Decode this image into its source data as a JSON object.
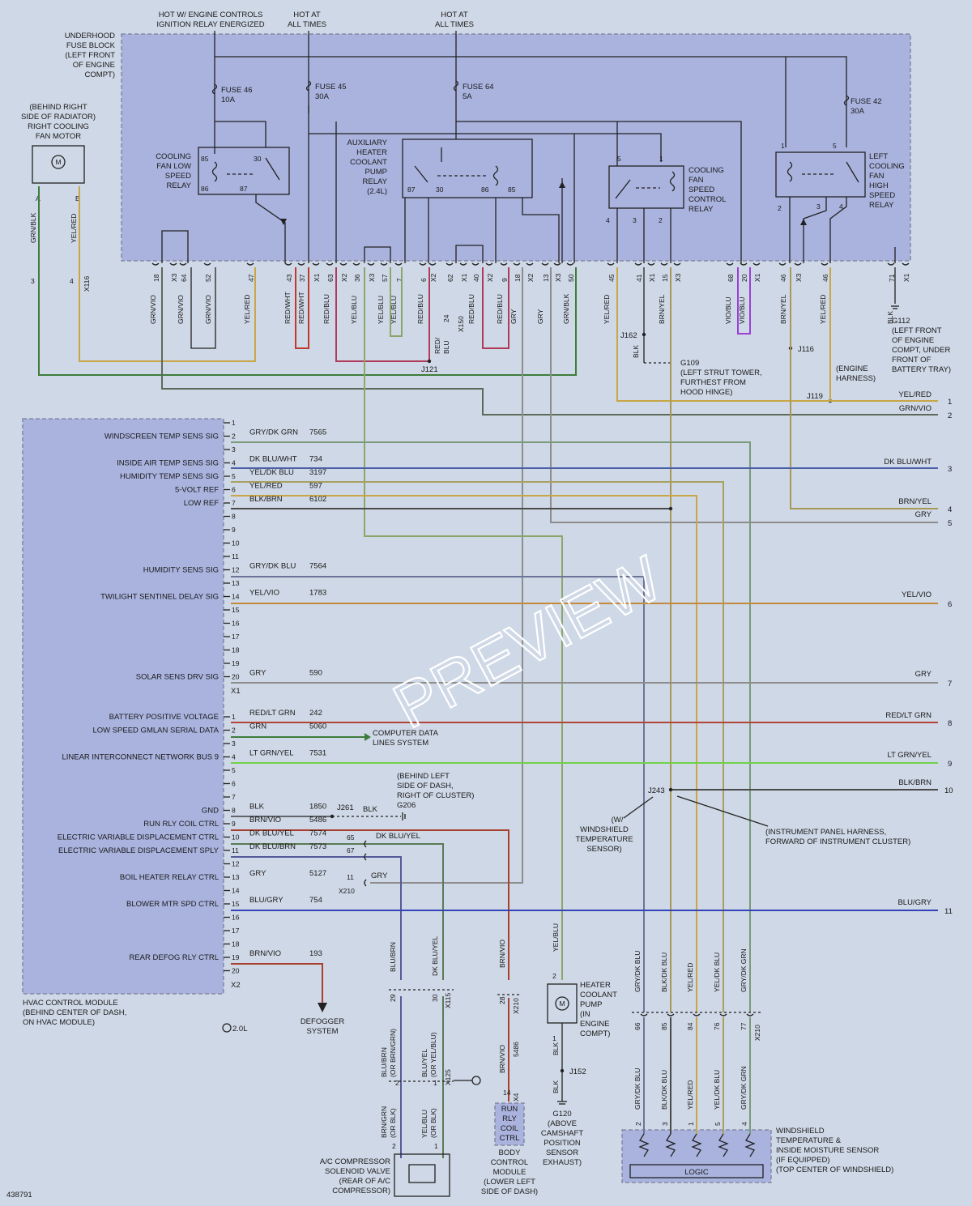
{
  "title_notes": {
    "hot_ign": [
      "HOT W/ ENGINE CONTROLS",
      "IGNITION RELAY ENERGIZED"
    ],
    "hot_all_1": [
      "HOT AT",
      "ALL TIMES"
    ],
    "hot_all_2": [
      "HOT AT",
      "ALL TIMES"
    ]
  },
  "fuse_block": {
    "label": [
      "UNDERHOOD",
      "FUSE BLOCK",
      "(LEFT FRONT",
      "OF ENGINE",
      "COMPT)"
    ]
  },
  "fuses": [
    {
      "name": "FUSE 46",
      "rating": "10A"
    },
    {
      "name": "FUSE 45",
      "rating": "30A"
    },
    {
      "name": "FUSE 64",
      "rating": "5A"
    },
    {
      "name": "FUSE 42",
      "rating": "30A"
    }
  ],
  "relays": {
    "low": [
      "COOLING",
      "FAN LOW",
      "SPEED",
      "RELAY"
    ],
    "aux": [
      "AUXILIARY",
      "HEATER",
      "COOLANT",
      "PUMP",
      "RELAY",
      "(2.4L)"
    ],
    "ctrl": [
      "COOLING",
      "FAN",
      "SPEED",
      "CONTROL",
      "RELAY"
    ],
    "high": [
      "LEFT",
      "COOLING",
      "FAN",
      "HIGH",
      "SPEED",
      "RELAY"
    ],
    "pins": [
      "85",
      "30",
      "86",
      "87",
      "87",
      "30",
      "86",
      "85",
      "5",
      "1",
      "4",
      "3",
      "2",
      "1",
      "5",
      "2",
      "3",
      "4"
    ]
  },
  "fan_motor": {
    "label": [
      "(BEHIND RIGHT",
      "SIDE OF RADIATOR)",
      "RIGHT COOLING",
      "FAN MOTOR"
    ],
    "pins": [
      "A",
      "B"
    ],
    "wires": [
      "GRN/BLK",
      "YEL/RED"
    ],
    "conn": [
      "3",
      "4",
      "X116"
    ]
  },
  "fuse_conn": {
    "pins": [
      "18",
      "X3",
      "64",
      "52",
      "47",
      "43",
      "37",
      "X1",
      "63",
      "X2",
      "36",
      "X3",
      "57",
      "7",
      "6",
      "X2",
      "62",
      "X1",
      "40",
      "X2",
      "9",
      "18",
      "X2",
      "13",
      "X3",
      "50",
      "45",
      "41",
      "X1",
      "15",
      "X3",
      "68",
      "20",
      "X1",
      "46",
      "X3",
      "46",
      "71",
      "X1"
    ],
    "wires": [
      "GRN/VIO",
      "GRN/VIO",
      "GRN/VIO",
      "YEL/RED",
      "RED/WHT",
      "RED/WHT",
      "RED/BLU",
      "YEL/BLU",
      "YEL/BLU",
      "YEL/BLU",
      "RED/BLU",
      "RED/BLU",
      "RED/BLU",
      "GRY",
      "GRY",
      "GRN/BLK",
      "YEL/RED",
      "BLK",
      "BRN/YEL",
      "VIO/BLU",
      "VIO/BLU",
      "BRN/YEL",
      "YEL/RED",
      "BLK"
    ],
    "x150": [
      "24",
      "X150",
      "RED/",
      "BLU"
    ]
  },
  "splices": {
    "j121": "J121",
    "j162": "J162",
    "j116": "J116",
    "j119": "J119",
    "g109": [
      "G109",
      "(LEFT STRUT TOWER,",
      "FURTHEST FROM",
      "HOOD HINGE)"
    ],
    "g112": [
      "G112",
      "(LEFT FRONT",
      "OF ENGINE",
      "COMPT, UNDER",
      "FRONT OF",
      "BATTERY TRAY)"
    ],
    "eng_harness": [
      "(ENGINE",
      "HARNESS)"
    ]
  },
  "right_wires": [
    {
      "color": "YEL/RED",
      "num": "1"
    },
    {
      "color": "GRN/VIO",
      "num": "2"
    },
    {
      "color": "DK BLU/WHT",
      "num": "3"
    },
    {
      "color": "BRN/YEL",
      "num": "4"
    },
    {
      "color": "GRY",
      "num": "5"
    },
    {
      "color": "YEL/VIO",
      "num": "6"
    },
    {
      "color": "GRY",
      "num": "7"
    },
    {
      "color": "RED/LT GRN",
      "num": "8"
    },
    {
      "color": "LT GRN/YEL",
      "num": "9"
    },
    {
      "color": "BLK/BRN",
      "num": "10"
    },
    {
      "color": "BLU/GRY",
      "num": "11"
    }
  ],
  "hvac_x1": [
    {
      "pin": "1",
      "label": "",
      "wire": "",
      "circuit": ""
    },
    {
      "pin": "2",
      "label": "WINDSCREEN TEMP SENS SIG",
      "wire": "GRY/DK GRN",
      "circuit": "7565"
    },
    {
      "pin": "3",
      "label": "",
      "wire": "",
      "circuit": ""
    },
    {
      "pin": "4",
      "label": "INSIDE AIR TEMP SENS SIG",
      "wire": "DK BLU/WHT",
      "circuit": "734"
    },
    {
      "pin": "5",
      "label": "HUMIDITY TEMP SENS SIG",
      "wire": "YEL/DK BLU",
      "circuit": "3197"
    },
    {
      "pin": "6",
      "label": "5-VOLT REF",
      "wire": "YEL/RED",
      "circuit": "597"
    },
    {
      "pin": "7",
      "label": "LOW REF",
      "wire": "BLK/BRN",
      "circuit": "6102"
    },
    {
      "pin": "8",
      "label": "",
      "wire": "",
      "circuit": ""
    },
    {
      "pin": "9",
      "label": "",
      "wire": "",
      "circuit": ""
    },
    {
      "pin": "10",
      "label": "",
      "wire": "",
      "circuit": ""
    },
    {
      "pin": "11",
      "label": "",
      "wire": "",
      "circuit": ""
    },
    {
      "pin": "12",
      "label": "HUMIDITY SENS SIG",
      "wire": "GRY/DK BLU",
      "circuit": "7564"
    },
    {
      "pin": "13",
      "label": "",
      "wire": "",
      "circuit": ""
    },
    {
      "pin": "14",
      "label": "TWILIGHT SENTINEL DELAY SIG",
      "wire": "YEL/VIO",
      "circuit": "1783"
    },
    {
      "pin": "15",
      "label": "",
      "wire": "",
      "circuit": ""
    },
    {
      "pin": "16",
      "label": "",
      "wire": "",
      "circuit": ""
    },
    {
      "pin": "17",
      "label": "",
      "wire": "",
      "circuit": ""
    },
    {
      "pin": "18",
      "label": "",
      "wire": "",
      "circuit": ""
    },
    {
      "pin": "19",
      "label": "",
      "wire": "",
      "circuit": ""
    },
    {
      "pin": "20",
      "label": "SOLAR SENS DRV SIG",
      "wire": "GRY",
      "circuit": "590"
    }
  ],
  "hvac_x2": [
    {
      "pin": "1",
      "label": "BATTERY POSITIVE VOLTAGE",
      "wire": "RED/LT GRN",
      "circuit": "242"
    },
    {
      "pin": "2",
      "label": "LOW SPEED GMLAN SERIAL DATA",
      "wire": "GRN",
      "circuit": "5060"
    },
    {
      "pin": "3",
      "label": "",
      "wire": "",
      "circuit": ""
    },
    {
      "pin": "4",
      "label": "LINEAR INTERCONNECT NETWORK BUS 9",
      "wire": "LT GRN/YEL",
      "circuit": "7531"
    },
    {
      "pin": "5",
      "label": "",
      "wire": "",
      "circuit": ""
    },
    {
      "pin": "6",
      "label": "",
      "wire": "",
      "circuit": ""
    },
    {
      "pin": "7",
      "label": "",
      "wire": "",
      "circuit": ""
    },
    {
      "pin": "8",
      "label": "GND",
      "wire": "BLK",
      "circuit": "1850"
    },
    {
      "pin": "9",
      "label": "RUN RLY COIL CTRL",
      "wire": "BRN/VIO",
      "circuit": "5486"
    },
    {
      "pin": "10",
      "label": "ELECTRIC VARIABLE DISPLACEMENT CTRL",
      "wire": "DK BLU/YEL",
      "circuit": "7574"
    },
    {
      "pin": "11",
      "label": "ELECTRIC VARIABLE DISPLACEMENT SPLY",
      "wire": "DK BLU/BRN",
      "circuit": "7573"
    },
    {
      "pin": "12",
      "label": "",
      "wire": "",
      "circuit": ""
    },
    {
      "pin": "13",
      "label": "BOIL HEATER RELAY CTRL",
      "wire": "GRY",
      "circuit": "5127"
    },
    {
      "pin": "14",
      "label": "",
      "wire": "",
      "circuit": ""
    },
    {
      "pin": "15",
      "label": "BLOWER MTR SPD CTRL",
      "wire": "BLU/GRY",
      "circuit": "754"
    },
    {
      "pin": "16",
      "label": "",
      "wire": "",
      "circuit": ""
    },
    {
      "pin": "17",
      "label": "",
      "wire": "",
      "circuit": ""
    },
    {
      "pin": "18",
      "label": "",
      "wire": "",
      "circuit": ""
    },
    {
      "pin": "19",
      "label": "REAR DEFOG RLY CTRL",
      "wire": "BRN/VIO",
      "circuit": "193"
    },
    {
      "pin": "20",
      "label": "",
      "wire": "",
      "circuit": ""
    }
  ],
  "hvac": {
    "x1": "X1",
    "x2": "X2",
    "label": [
      "HVAC CONTROL MODULE",
      "(BEHIND CENTER OF DASH,",
      "ON HVAC MODULE)"
    ],
    "note_2_0l": "2.0L"
  },
  "x210_pins": {
    "a": "65",
    "b": "67",
    "c": "11",
    "wire_a": "DK BLU/YEL",
    "wire_c": "GRY",
    "conn": "X210"
  },
  "gnd": {
    "j261": "J261",
    "wire": "BLK",
    "g206": [
      "(BEHIND LEFT",
      "SIDE OF DASH,",
      "RIGHT OF CLUSTER)",
      "G206"
    ]
  },
  "data_lines": [
    "COMPUTER DATA",
    "LINES SYSTEM"
  ],
  "j243": {
    "name": "J243",
    "note1": [
      "(W/",
      "WINDSHIELD",
      "TEMPERATURE",
      "SENSOR)"
    ],
    "note2": [
      "(INSTRUMENT PANEL HARNESS,",
      "FORWARD OF INSTRUMENT CLUSTER)"
    ]
  },
  "defogger": [
    "DEFOGGER",
    "SYSTEM"
  ],
  "ac": {
    "wires_top": [
      "BLU/BRN",
      "DK BLU/YEL"
    ],
    "conn_x115": [
      "29",
      "30",
      "X115"
    ],
    "wires_mid": [
      "BLU/BRN",
      "(OR BRN/GRN)",
      "BLU/YEL",
      "(OR YEL/BLU)"
    ],
    "conn_x125": [
      "2",
      "1",
      "X125"
    ],
    "wires_low": [
      "BRN/GRN",
      "(OR BLK)",
      "YEL/BLU",
      "(OR BLK)"
    ],
    "pins": [
      "2",
      "1"
    ],
    "label": [
      "A/C COMPRESSOR",
      "SOLENOID VALVE",
      "(REAR OF A/C",
      "COMPRESSOR)"
    ]
  },
  "bcm": {
    "wire_top": "BRN/VIO",
    "conn_x210": [
      "28",
      "X210"
    ],
    "wire_mid": "BRN/VIO",
    "circuit": "5486",
    "conn_x4": [
      "14",
      "X4"
    ],
    "box": [
      "RUN",
      "RLY",
      "COIL",
      "CTRL"
    ],
    "label": [
      "BODY",
      "CONTROL",
      "MODULE",
      "(LOWER LEFT",
      "SIDE OF DASH)"
    ]
  },
  "pump": {
    "wire_top": "YEL/BLU",
    "pins": [
      "2",
      "1"
    ],
    "label": [
      "HEATER",
      "COOLANT",
      "PUMP",
      "(IN",
      "ENGINE",
      "COMPT)"
    ],
    "wire_low": "BLK",
    "j152": "J152",
    "wire_gnd": "BLK",
    "g120": [
      "G120",
      "(ABOVE",
      "CAMSHAFT",
      "POSITION",
      "SENSOR",
      "EXHAUST)"
    ]
  },
  "sensor": {
    "wires": [
      "GRY/DK BLU",
      "BLK/DK BLU",
      "YEL/RED",
      "YEL/DK BLU",
      "GRY/DK GRN"
    ],
    "x210_pins": [
      "66",
      "85",
      "84",
      "76",
      "77",
      "X210"
    ],
    "pins": [
      "2",
      "3",
      "1",
      "5",
      "4"
    ],
    "logic": "LOGIC",
    "label": [
      "WINDSHIELD",
      "TEMPERATURE &",
      "INSIDE MOISTURE SENSOR",
      "(IF EQUIPPED)",
      "(TOP CENTER OF WINDSHIELD)"
    ]
  },
  "doc_id": "438791",
  "watermark": "PREVIEW",
  "colors": {
    "grn_blk": "#3d7d3a",
    "yel_red": "#c9a646",
    "red_wht": "#c0392b",
    "red_blu": "#b03a5a",
    "yel_blu": "#8aa66a",
    "gry": "#8d8d8d",
    "vio_blu": "#9b3fd6",
    "brn_yel": "#a99755",
    "grn_vio": "#5d6a5a",
    "dk_blu_wht": "#4b5fa8",
    "red_lt_grn": "#b3443a",
    "lt_grn_yel": "#6fd14a",
    "blk_brn": "#4a4a4a",
    "blu_gry": "#3344b8",
    "brn_vio": "#a8402e",
    "blu_brn": "#545a99",
    "dk_blu_yel": "#5a7a55",
    "gry_dk_blu": "#6b7598",
    "yel_dk_blu": "#a8a060",
    "gry_dk_grn": "#7a9a7a",
    "yel_vio": "#c48a3c",
    "blk": "#333333"
  }
}
